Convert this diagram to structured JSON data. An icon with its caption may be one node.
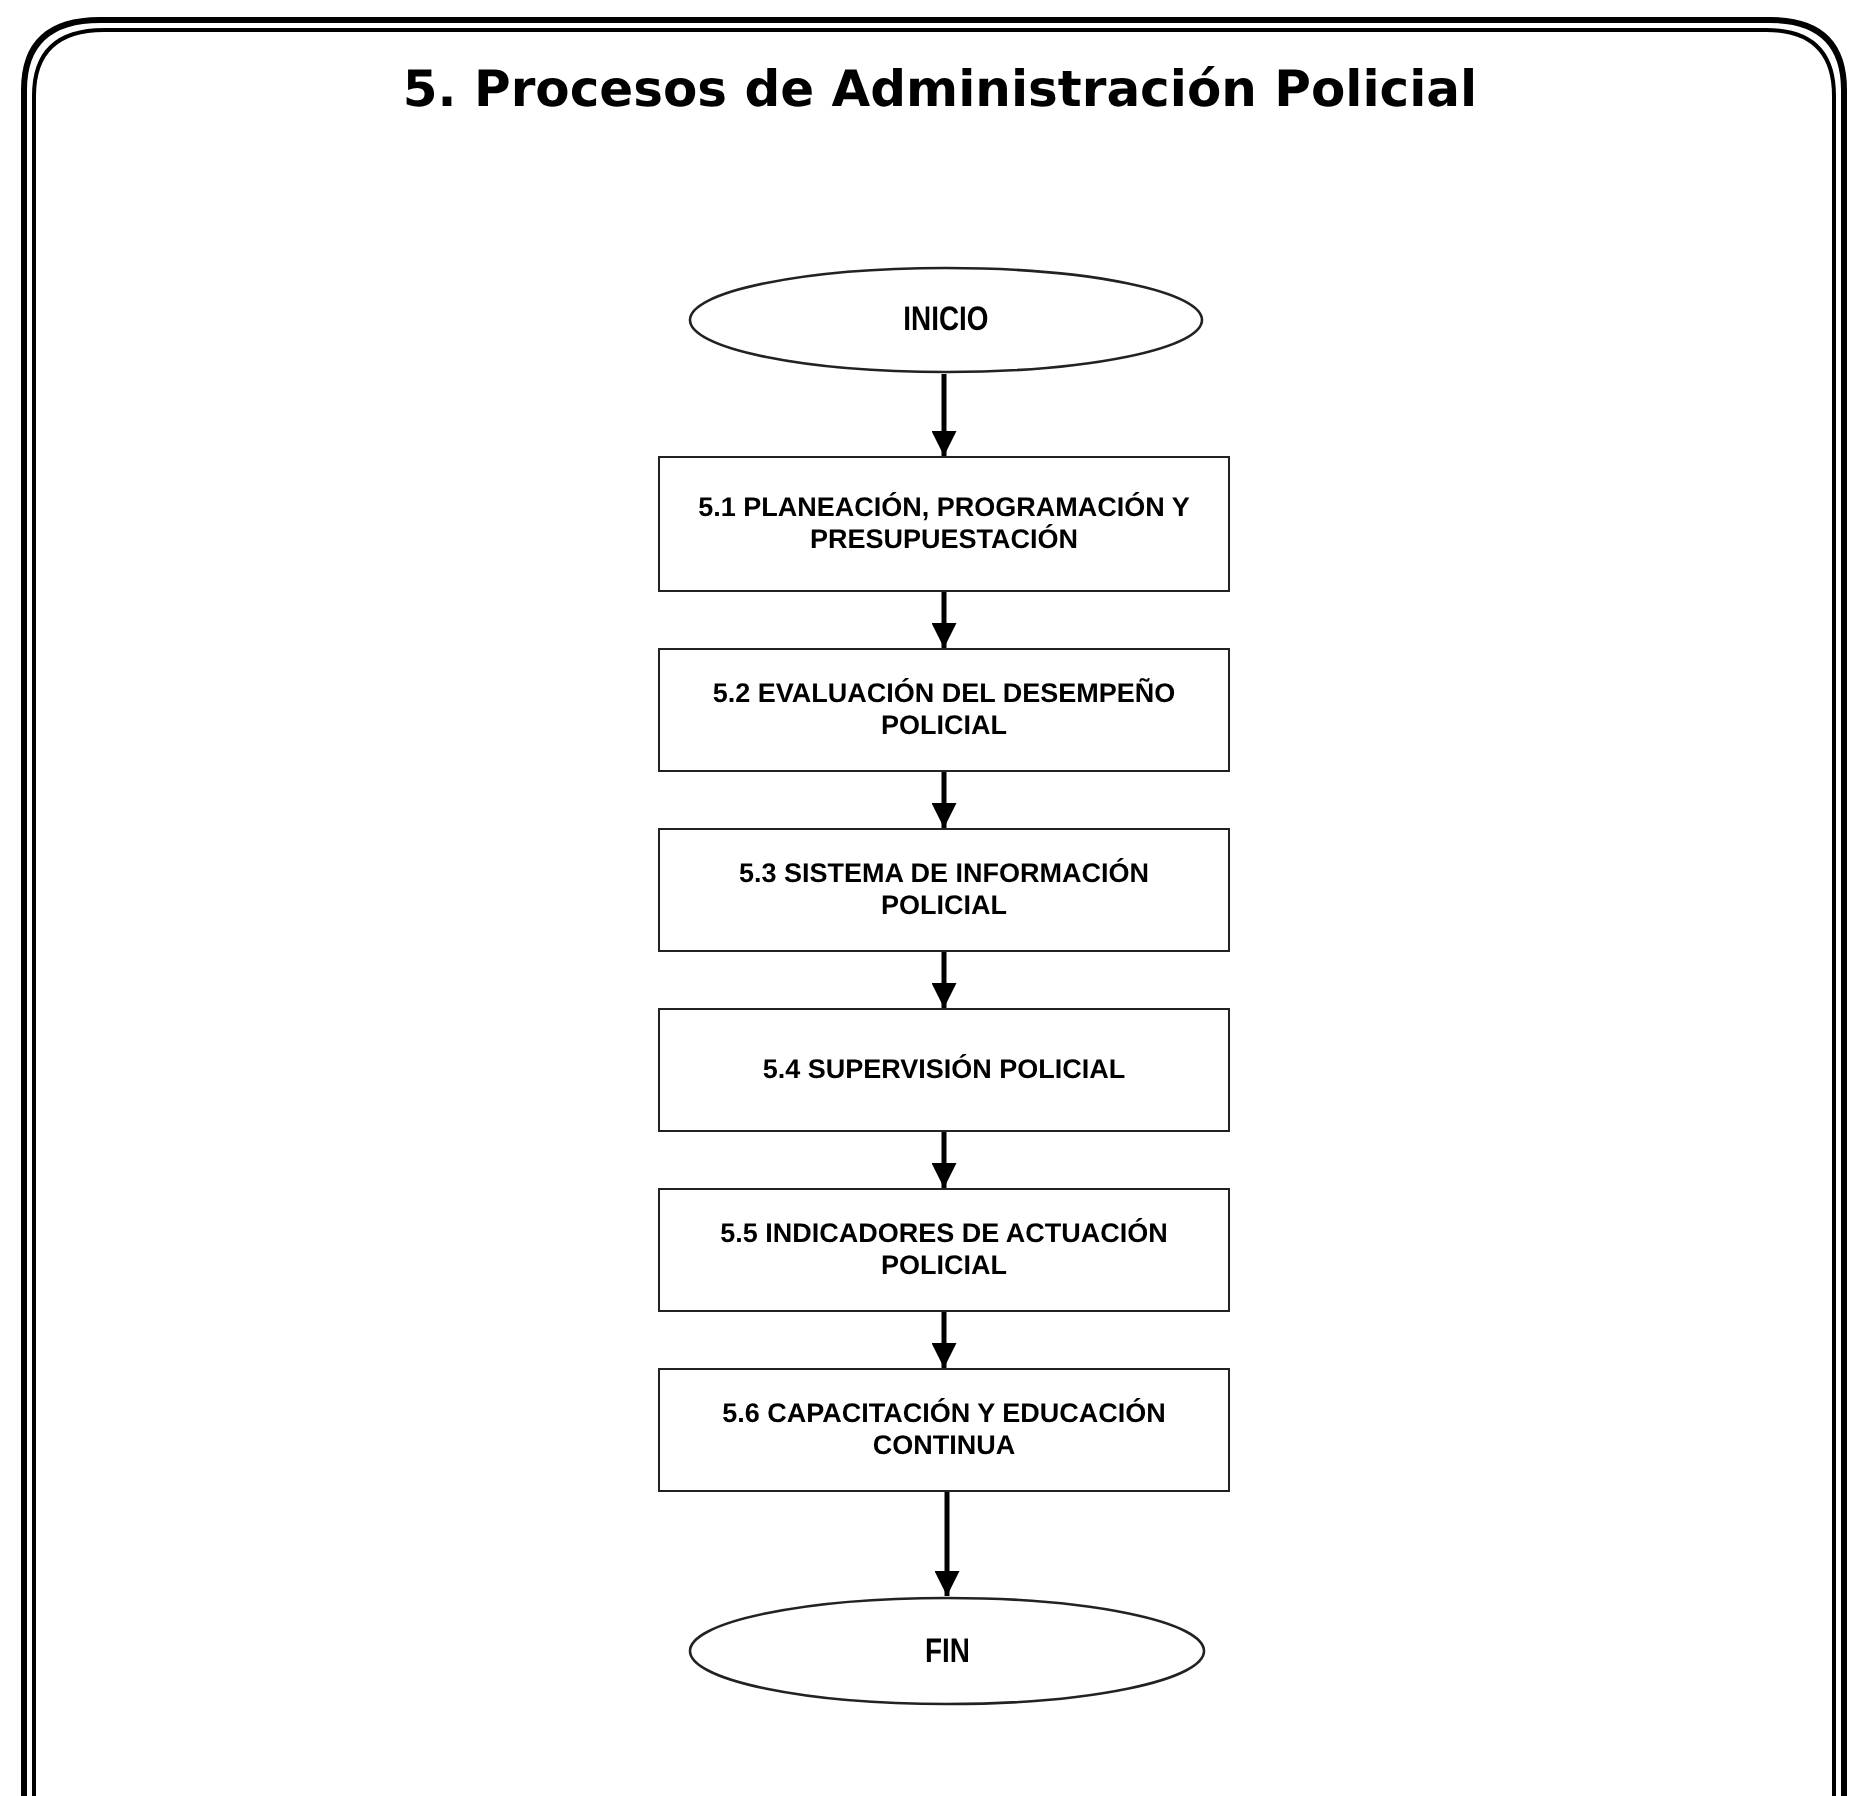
{
  "diagram": {
    "title": "5. Procesos de Administración Policial",
    "nodes": [
      {
        "text": [
          "INICIO"
        ]
      },
      {
        "text": [
          "5.1 PLANEACIÓN, PROGRAMACIÓN Y PRESUPUESTACIÓN"
        ]
      },
      {
        "text": [
          "5.2 EVALUACIÓN DEL DESEMPEÑO POLICIAL"
        ]
      },
      {
        "text": [
          "5.3 SISTEMA DE INFORMACIÓN POLICIAL"
        ]
      },
      {
        "text": [
          "5.4 SUPERVISIÓN POLICIAL"
        ]
      },
      {
        "text": [
          "5.5 INDICADORES DE ACTUACIÓN POLICIAL"
        ]
      },
      {
        "text": [
          "5.6 CAPACITACIÓN Y EDUCACIÓN CONTINUA"
        ]
      },
      {
        "text": [
          "FIN"
        ]
      }
    ],
    "edges": [
      {
        "from": 0,
        "to": 1,
        "arrow": "to"
      },
      {
        "from": 1,
        "to": 2,
        "arrow": "to"
      },
      {
        "from": 2,
        "to": 3,
        "arrow": "to"
      },
      {
        "from": 3,
        "to": 4,
        "arrow": "to"
      },
      {
        "from": 4,
        "to": 5,
        "arrow": "to"
      },
      {
        "from": 5,
        "to": 6,
        "arrow": "to"
      },
      {
        "from": 6,
        "to": 7,
        "arrow": "to"
      }
    ]
  }
}
